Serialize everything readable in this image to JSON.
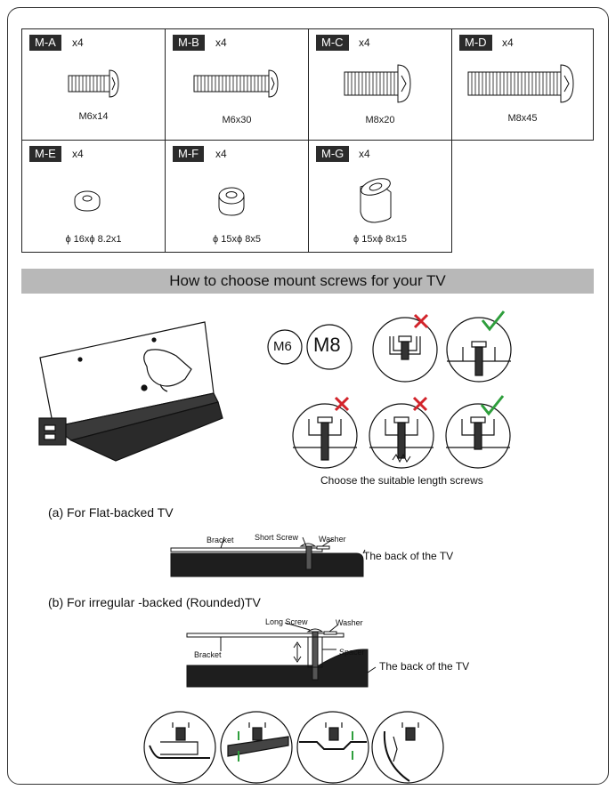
{
  "hardware": [
    {
      "tag": "M-A",
      "qty": "x4",
      "spec": "M6x14",
      "icon": "short-screw-icon"
    },
    {
      "tag": "M-B",
      "qty": "x4",
      "spec": "M6x30",
      "icon": "long-thin-screw-icon"
    },
    {
      "tag": "M-C",
      "qty": "x4",
      "spec": "M8x20",
      "icon": "short-thick-screw-icon"
    },
    {
      "tag": "M-D",
      "qty": "x4",
      "spec": "M8x45",
      "icon": "long-thick-screw-icon"
    },
    {
      "tag": "M-E",
      "qty": "x4",
      "spec": "ϕ 16xϕ 8.2x1",
      "icon": "flat-washer-icon"
    },
    {
      "tag": "M-F",
      "qty": "x4",
      "spec": "ϕ 15xϕ 8x5",
      "icon": "thick-washer-icon"
    },
    {
      "tag": "M-G",
      "qty": "x4",
      "spec": "ϕ 15xϕ 8x15",
      "icon": "spacer-tube-icon"
    }
  ],
  "banner": "How to choose mount screws for your TV",
  "sizes": {
    "m6": "M6",
    "m8": "M8"
  },
  "choose_caption": "Choose the suitable length screws",
  "flat": {
    "heading": "(a) For Flat-backed TV",
    "bracket": "Bracket",
    "short_screw": "Short Screw",
    "washer": "Washer",
    "back": "The back of the TV"
  },
  "irregular": {
    "heading": "(b) For irregular -backed (Rounded)TV",
    "long_screw": "Long Screw",
    "washer": "Washer",
    "bracket": "Bracket",
    "spacer": "Spacer",
    "back": "The back of the TV"
  },
  "colors": {
    "check": "#2e9e3c",
    "cross": "#d2232a",
    "tag_bg": "#2b2b2b",
    "banner_bg": "#b8b8b8"
  }
}
